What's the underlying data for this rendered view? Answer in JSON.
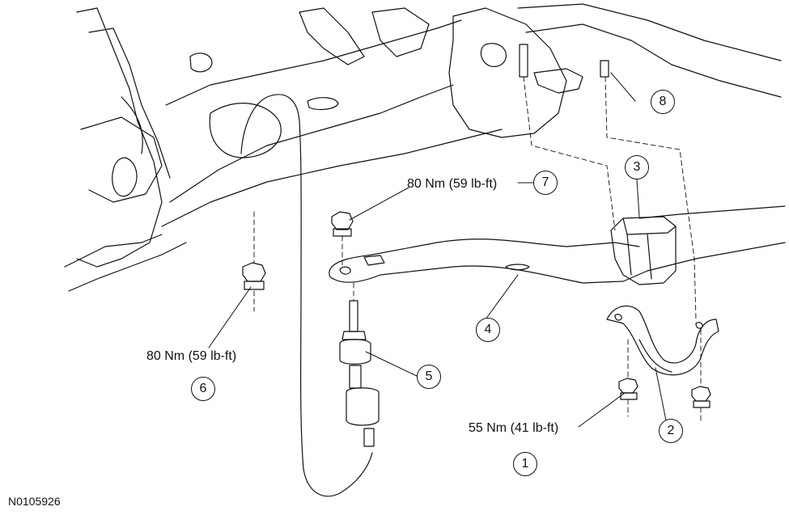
{
  "figure_id": "N0105926",
  "callouts": [
    {
      "num": "1"
    },
    {
      "num": "2"
    },
    {
      "num": "3"
    },
    {
      "num": "4"
    },
    {
      "num": "5"
    },
    {
      "num": "6"
    },
    {
      "num": "7"
    },
    {
      "num": "8"
    }
  ],
  "torque_labels": {
    "item1": "55 Nm (41 lb-ft)",
    "item6": "80 Nm (59 lb-ft)",
    "item7": "80 Nm (59 lb-ft)"
  },
  "colors": {
    "line": "#111111",
    "background": "#ffffff"
  }
}
